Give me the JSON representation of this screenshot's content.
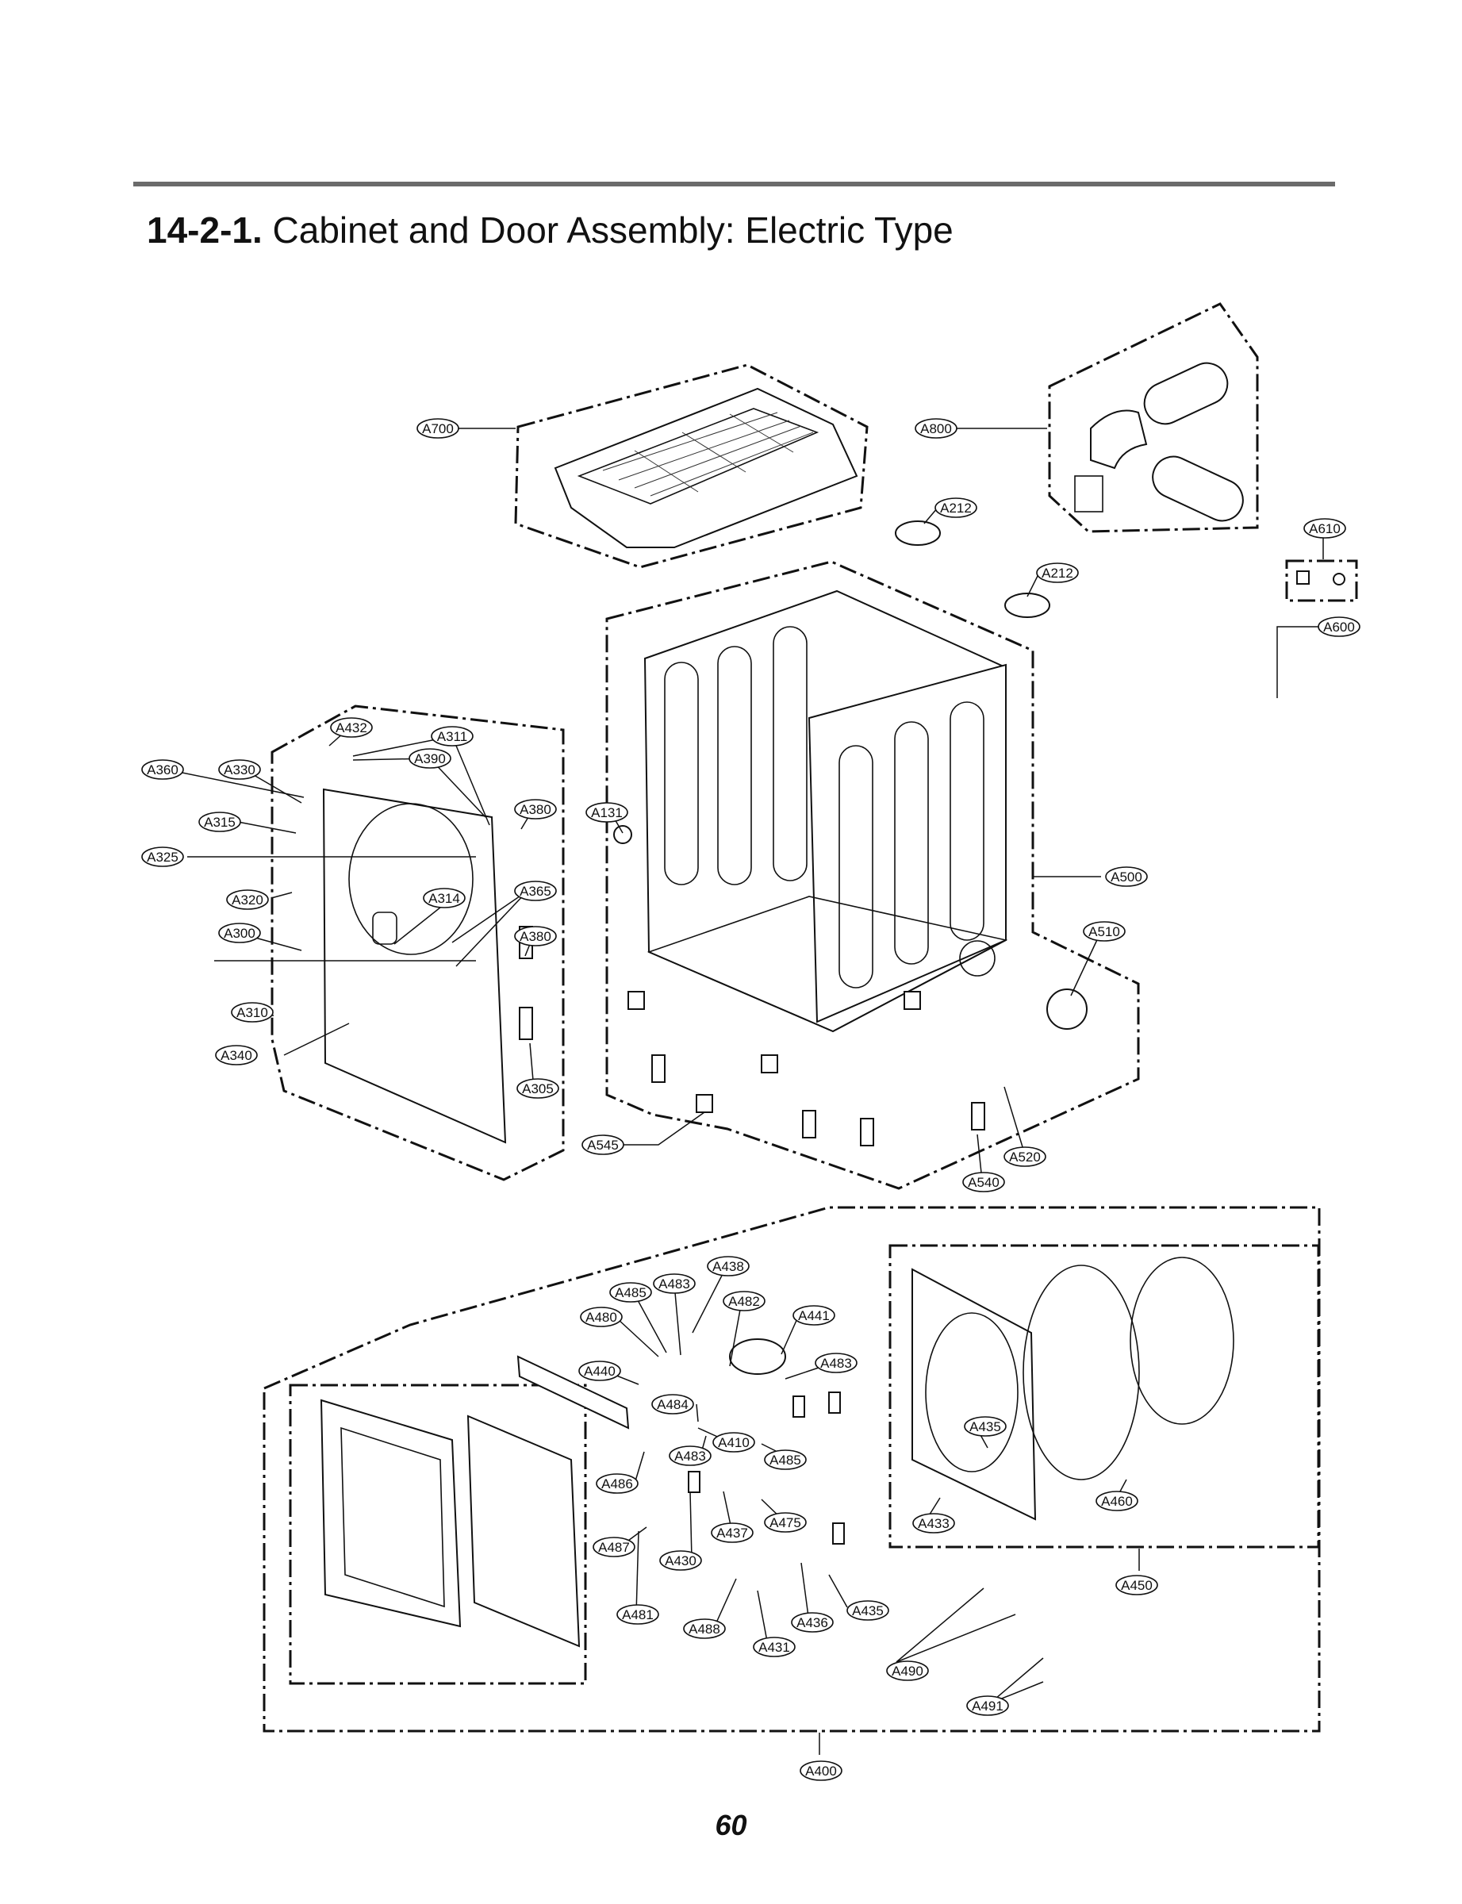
{
  "section_number": "14-2-1.",
  "section_title": "Cabinet and Door Assembly: Electric Type",
  "page_number": "60",
  "part_labels": [
    "A700",
    "A800",
    "A212",
    "A212",
    "A610",
    "A600",
    "A432",
    "A311",
    "A390",
    "A360",
    "A330",
    "A380",
    "A131",
    "A315",
    "A325",
    "A314",
    "A365",
    "A320",
    "A300",
    "A380",
    "A500",
    "A510",
    "A310",
    "A340",
    "A305",
    "A545",
    "A520",
    "A540",
    "A438",
    "A485",
    "A483",
    "A482",
    "A480",
    "A441",
    "A483",
    "A440",
    "A484",
    "A410",
    "A483",
    "A485",
    "A486",
    "A437",
    "A475",
    "A487",
    "A430",
    "A481",
    "A488",
    "A431",
    "A436",
    "A435",
    "A435",
    "A433",
    "A460",
    "A450",
    "A490",
    "A491",
    "A400"
  ]
}
